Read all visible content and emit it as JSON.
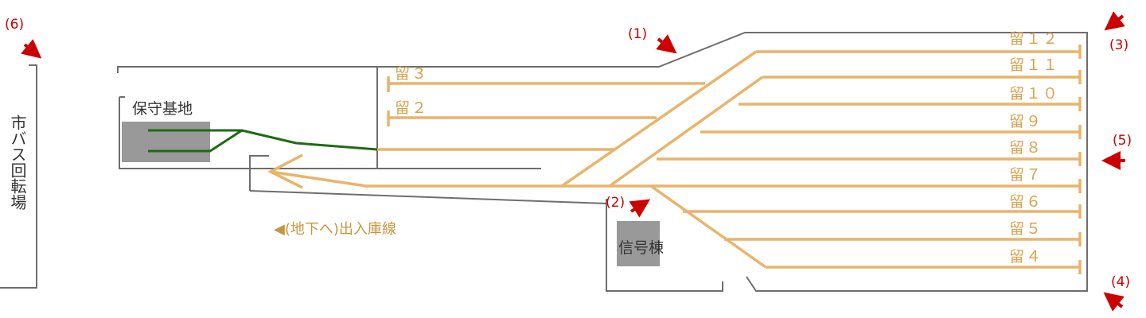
{
  "colors": {
    "track": "#E9B46A",
    "track_label": "#D9A24F",
    "maintenance_track": "#1E6B12",
    "wall": "#6E6E6E",
    "building": "#999999",
    "viewpoint": "#CC0000",
    "exit_arrow": "#C9953E"
  },
  "labels": {
    "bus_turnaround": "市バス回転場",
    "maintenance_base": "保守基地",
    "signal_building": "信号棟",
    "depot_line": "◀(地下へ)出入庫線"
  },
  "tracks": {
    "t3": "留３",
    "t2": "留２",
    "t12": "留１２",
    "t11": "留１１",
    "t10": "留１０",
    "t9": "留９",
    "t8": "留８",
    "t7": "留７",
    "t6": "留６",
    "t5": "留５",
    "t4": "留４"
  },
  "viewpoints": {
    "v1": "(1)",
    "v2": "(2)",
    "v3": "(3)",
    "v4": "(4)",
    "v5": "(5)",
    "v6": "(6)"
  }
}
